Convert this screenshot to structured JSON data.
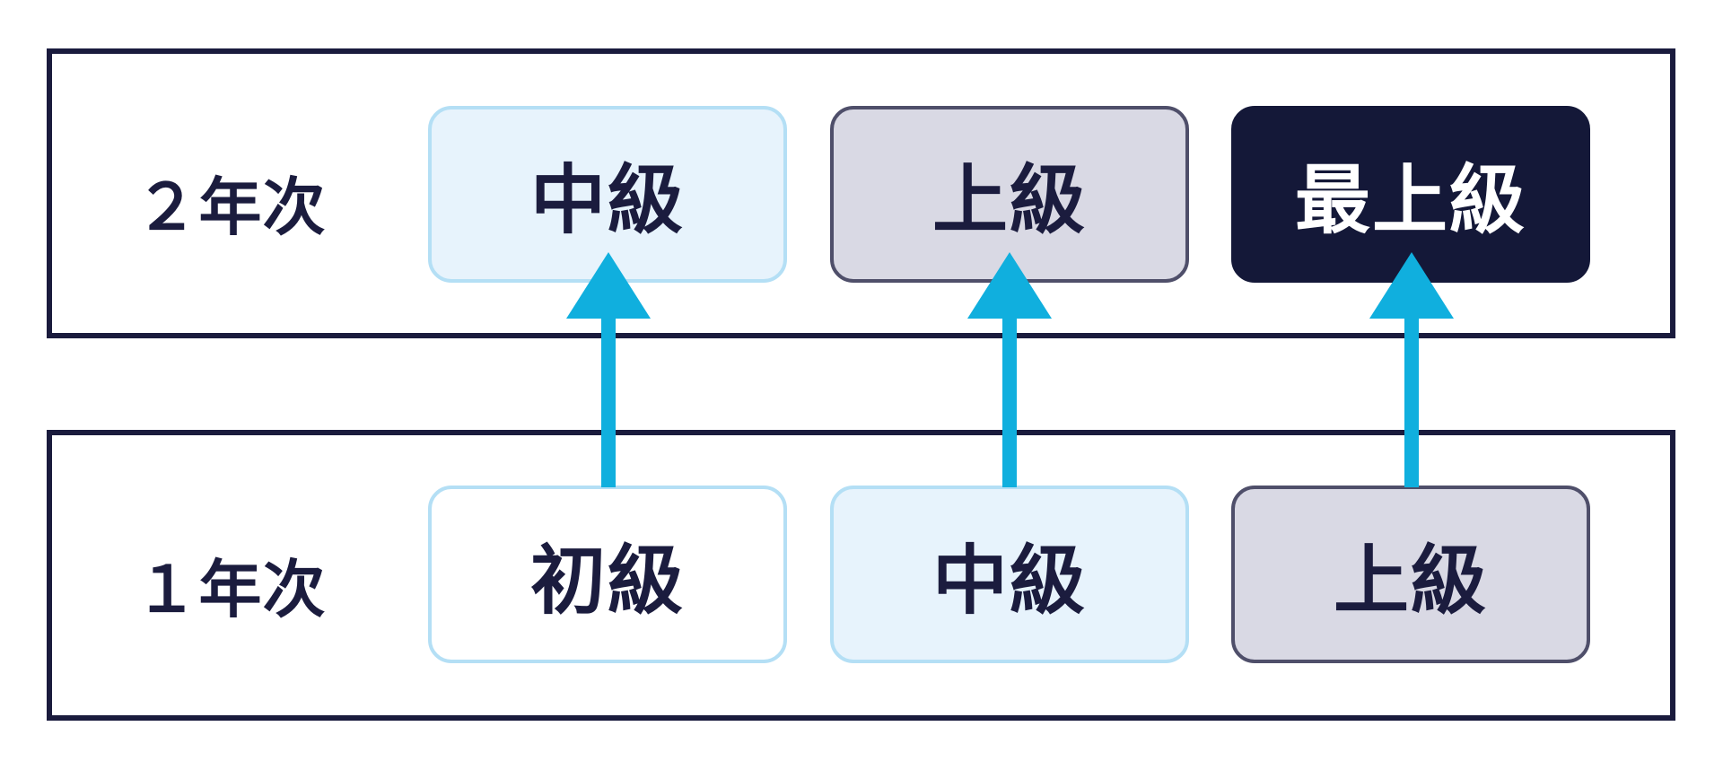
{
  "diagram": {
    "rows": [
      {
        "id": "year2",
        "label": "２年次",
        "boxes": [
          {
            "label": "中級",
            "variant": "light-blue"
          },
          {
            "label": "上級",
            "variant": "lavender"
          },
          {
            "label": "最上級",
            "variant": "dark-navy"
          }
        ]
      },
      {
        "id": "year1",
        "label": "１年次",
        "boxes": [
          {
            "label": "初級",
            "variant": "white"
          },
          {
            "label": "中級",
            "variant": "light-blue"
          },
          {
            "label": "上級",
            "variant": "lavender"
          }
        ]
      }
    ],
    "arrows": [
      {
        "from": "初級 (１年次)",
        "to": "中級 (２年次)",
        "direction": "up"
      },
      {
        "from": "中級 (１年次)",
        "to": "上級 (２年次)",
        "direction": "up"
      },
      {
        "from": "上級 (１年次)",
        "to": "最上級 (２年次)",
        "direction": "up"
      }
    ]
  },
  "colors": {
    "page-bg": "#FFFFFF",
    "navy-text": "#1B1C3E",
    "container-border": "#1A1B3D",
    "dark-box-bg": "#141838",
    "dark-box-text": "#FFFFFF",
    "light-blue-bg": "#E7F3FC",
    "light-blue-border": "#B4DFF5",
    "lavender-bg": "#D9D9E4",
    "lavender-border": "#4F4F6A",
    "white-box-bg": "#FFFFFF",
    "arrow-cyan": "#10AFDE"
  }
}
